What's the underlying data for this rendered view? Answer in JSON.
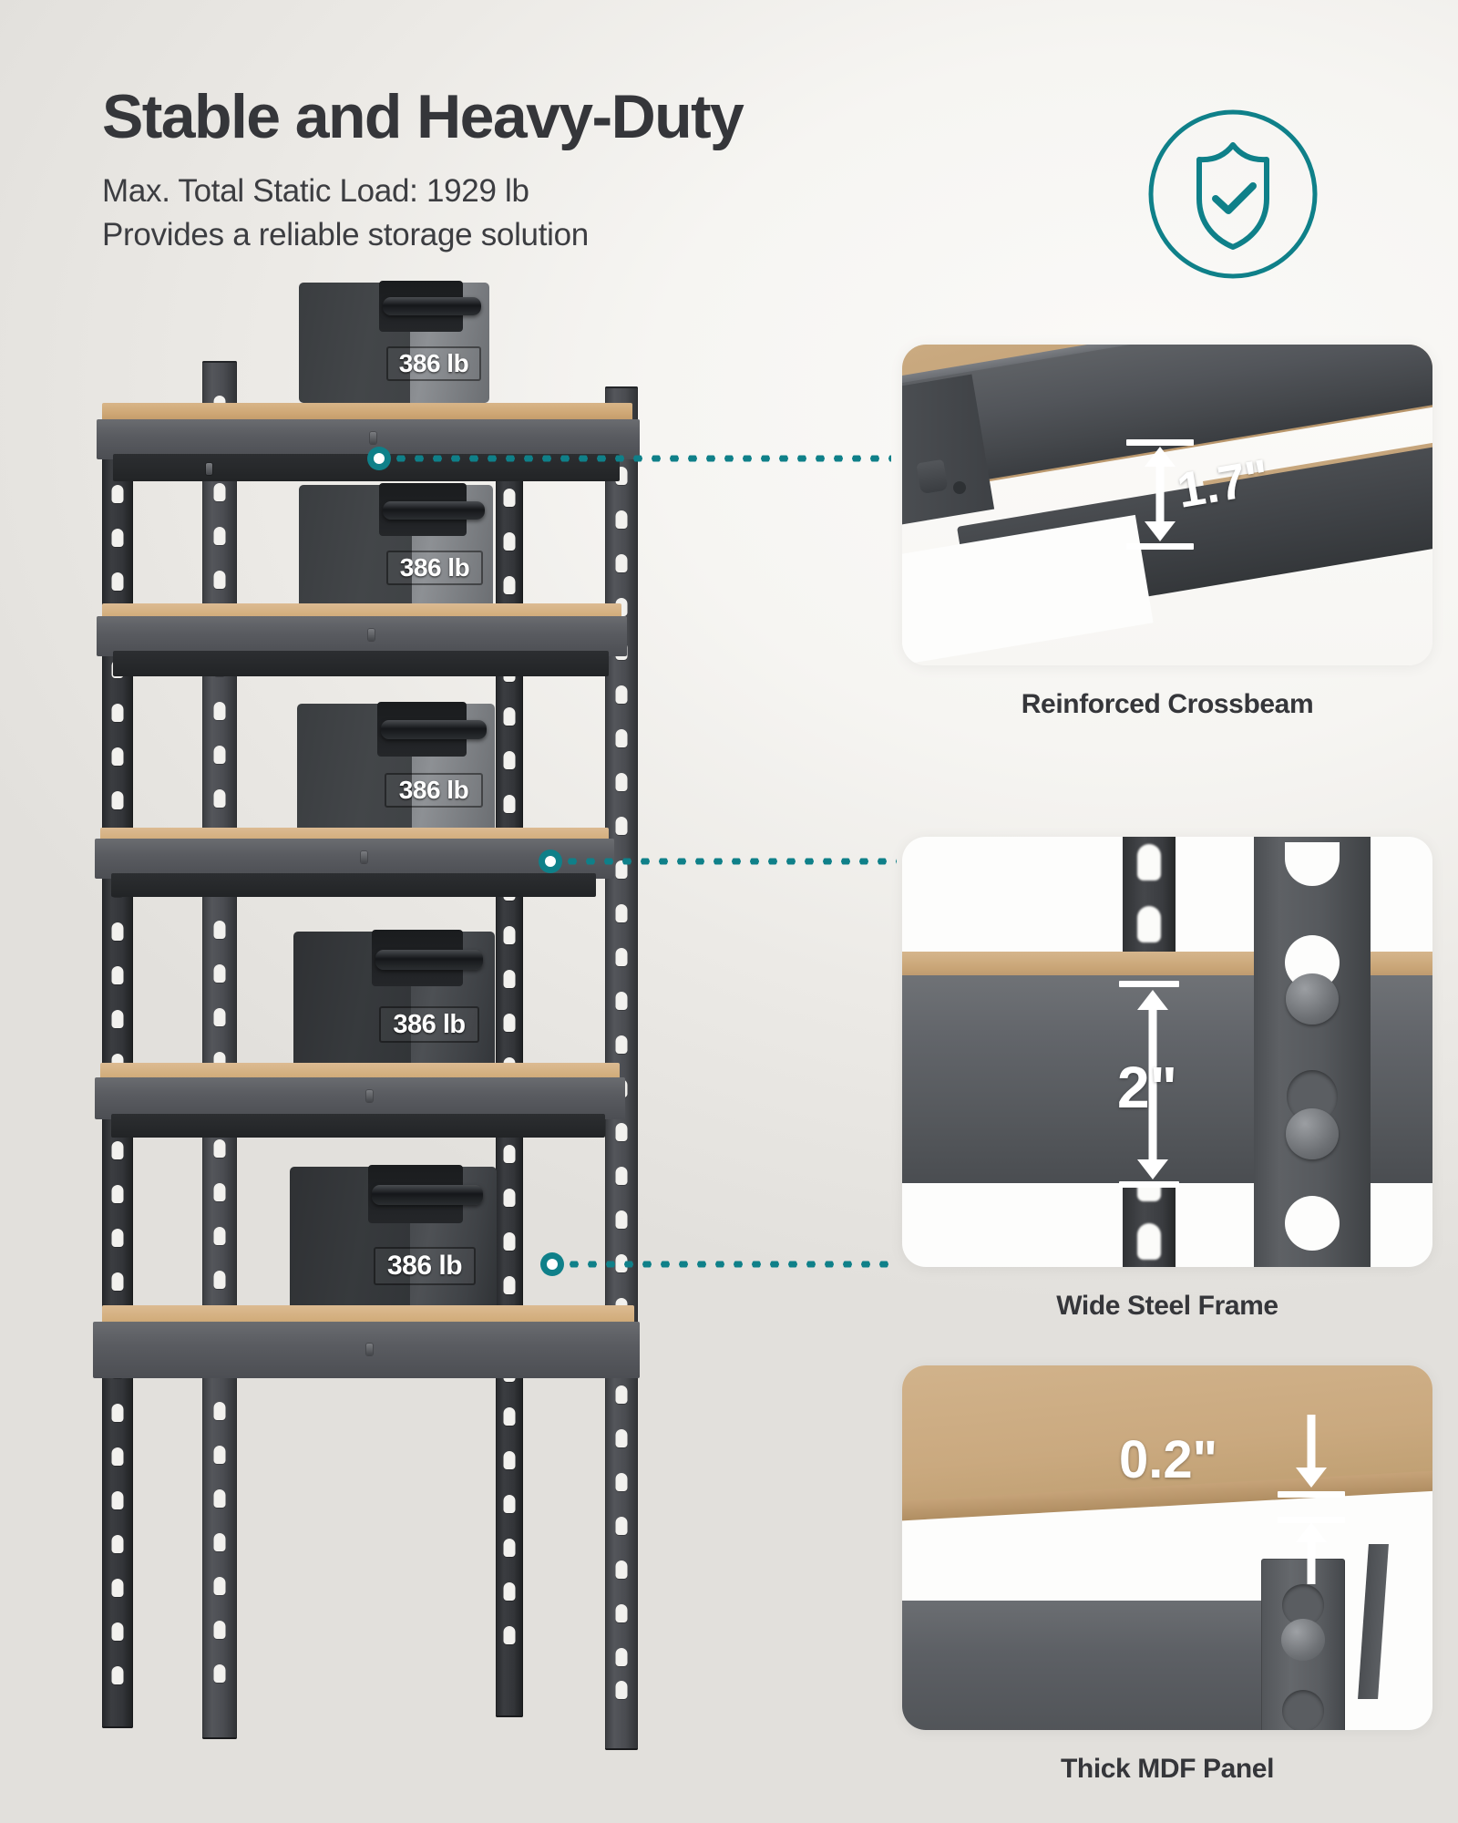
{
  "header": {
    "title": "Stable and Heavy-Duty",
    "subtitle_lines": [
      "Max. Total Static Load: 1929 lb",
      "Provides a reliable storage solution"
    ]
  },
  "badge": {
    "icon": "shield-check-icon",
    "accent_color": "#0f8089"
  },
  "product": {
    "shelf_count": 5,
    "weights": [
      {
        "label": "386 lb"
      },
      {
        "label": "386 lb"
      },
      {
        "label": "386 lb"
      },
      {
        "label": "386 lb"
      },
      {
        "label": "386 lb"
      }
    ]
  },
  "connectors": [
    {
      "target": "Reinforced Crossbeam"
    },
    {
      "target": "Wide Steel Frame"
    },
    {
      "target": "Thick MDF Panel"
    }
  ],
  "cards": [
    {
      "caption": "Reinforced Crossbeam",
      "dimension": "1.7\"",
      "name": "reinforced-crossbeam"
    },
    {
      "caption": "Wide Steel Frame",
      "dimension": "2\"",
      "name": "wide-steel-frame"
    },
    {
      "caption": "Thick MDF Panel",
      "dimension": "0.2\"",
      "name": "thick-mdf-panel"
    }
  ],
  "colors": {
    "accent": "#0f8089",
    "text": "#35363a",
    "metal": "#55585c",
    "mdf": "#c9a577",
    "background": "#f3f2ef"
  }
}
